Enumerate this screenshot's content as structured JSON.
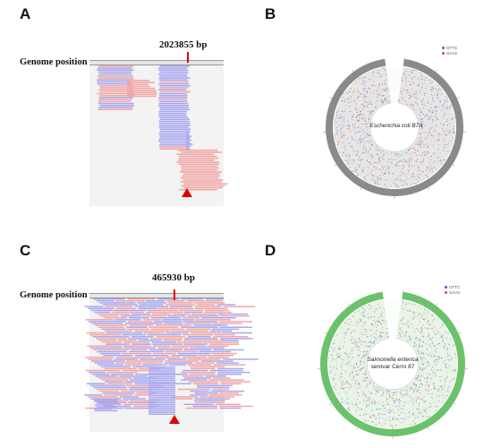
{
  "panels": {
    "A": {
      "letter": "A",
      "genome_label": "Genome position",
      "position_label": "2023855 bp"
    },
    "B": {
      "letter": "B",
      "organism": "Escherichia coli B7A",
      "legend": [
        {
          "label": "GTTC",
          "color": "#3a5fcd"
        },
        {
          "label": "GAAC",
          "color": "#e34a33"
        }
      ],
      "ring_color": "#8a8a8a"
    },
    "C": {
      "letter": "C",
      "genome_label": "Genome position",
      "position_label": "465930 bp"
    },
    "D": {
      "letter": "D",
      "organism_line1": "Salmonella enterica",
      "organism_line2": "serovar Cerro 87",
      "legend": [
        {
          "label": "GTTC",
          "color": "#3a5fcd"
        },
        {
          "label": "GAAC",
          "color": "#e34a33"
        }
      ],
      "ring_color": "#6cc26c"
    }
  },
  "colors": {
    "read_blue": "#a9a9f0",
    "read_red": "#f0a8a8",
    "marker": "#e00000"
  }
}
